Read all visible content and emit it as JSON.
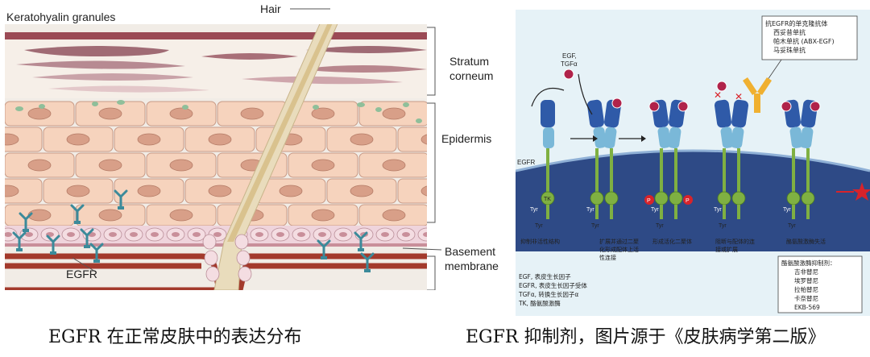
{
  "left": {
    "labels": {
      "keratohyalin": "Keratohyalin granules",
      "hair": "Hair",
      "stratum1": "Stratum",
      "stratum2": "corneum",
      "epidermis": "Epidermis",
      "basement1": "Basement",
      "basement2": "membrane",
      "egfr": "EGFR"
    },
    "colors": {
      "cell": "#f6d3bd",
      "nucleus": "#d89f88",
      "basal": "#f0d6dc",
      "dermis": "#f1ece6",
      "vessel": "#a33a2c",
      "hair": "#e6d8b4",
      "receptor": "#3b8a9a"
    }
  },
  "right": {
    "ligand_label": "EGF,\nTGFα",
    "receptor_label": "EGFR",
    "tk_label": "TK",
    "tyr": "Tyr",
    "p": "P",
    "antibody_box": [
      "抗EGFR的单克隆抗体",
      "西妥昔单抗",
      "帕木单抗 (ABX-EGF)",
      "马妥珠单抗"
    ],
    "stage_labels": [
      [
        "抑制非活性结构"
      ],
      [
        "扩展并通过二聚",
        "化形成配体上活",
        "性连接"
      ],
      [
        "形成活化二聚体"
      ],
      [
        "阻断与配体的连",
        "接或扩展"
      ],
      [
        "酪氨酸激酶失活"
      ]
    ],
    "tki_box": [
      "酪氨酸激酶抑制剂：",
      "吉非替尼",
      "埃罗替尼",
      "拉帕替尼",
      "卡奈替尼",
      "EKB-569"
    ],
    "legend": [
      "EGF, 表皮生长因子",
      "EGFR, 表皮生长因子受体",
      "TGFα, 转换生长因子α",
      "TK, 酪氨酸激酶"
    ],
    "colors": {
      "background": "#e6f2f7",
      "cytoplasm": "#2e4a86",
      "receptor_blue": "#2f5aa8",
      "receptor_light": "#7ab8d8",
      "tm_green": "#7fb042",
      "ligand": "#b0234a",
      "antibody": "#f0b030",
      "inhibitor": "#d8232a"
    }
  },
  "captions": {
    "left": "EGFR 在正常皮肤中的表达分布",
    "right": "EGFR 抑制剂，图片源于《皮肤病学第二版》"
  }
}
